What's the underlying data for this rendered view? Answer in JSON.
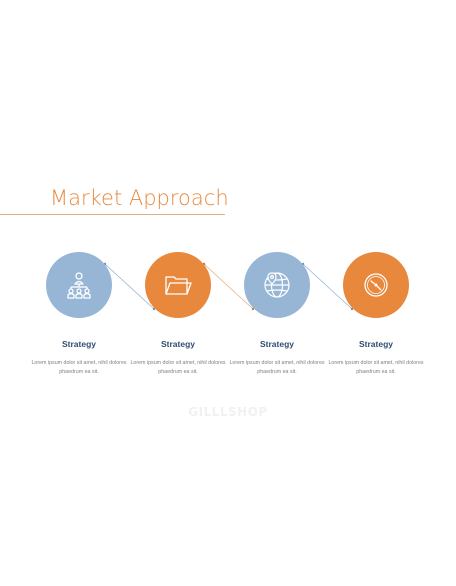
{
  "slide": {
    "title": "Market Approach",
    "watermark": "GILLLSHOP"
  },
  "colors": {
    "blue": "#97b6d5",
    "orange": "#e8883d",
    "heading": "#2f4e70",
    "body_text": "#7f7f7f"
  },
  "steps": [
    {
      "icon": "people-network-icon",
      "color": "blue",
      "title": "Strategy",
      "text": "Lorem ipsum dolor sit amet, nihil dolores phaedrum ea sit."
    },
    {
      "icon": "folder-icon",
      "color": "orange",
      "title": "Strategy",
      "text": "Lorem ipsum dolor sit amet, nihil dolores phaedrum ea sit."
    },
    {
      "icon": "globe-pin-icon",
      "color": "blue",
      "title": "Strategy",
      "text": "Lorem ipsum dolor sit amet, nihil dolores phaedrum ea sit."
    },
    {
      "icon": "clock-icon",
      "color": "orange",
      "title": "Strategy",
      "text": "Lorem ipsum dolor sit amet, nihil dolores phaedrum ea sit."
    }
  ]
}
